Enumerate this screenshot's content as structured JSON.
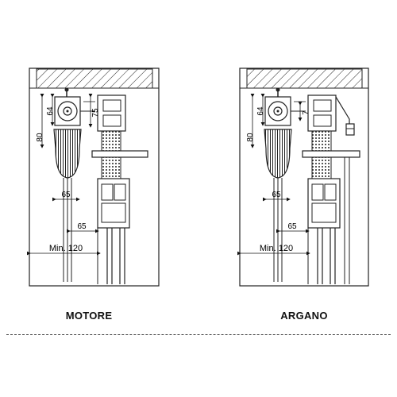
{
  "captions": {
    "left": "MOTORE",
    "right": "ARGANO"
  },
  "dims": {
    "d64": "64",
    "d80": "80",
    "d75": "75",
    "d7": "7",
    "d65": "65",
    "min120": "Min. 120"
  }
}
